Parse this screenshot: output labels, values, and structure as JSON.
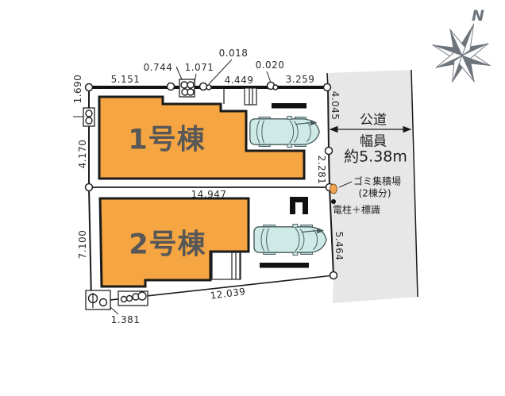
{
  "plan": {
    "buildings": [
      {
        "label": "1号棟"
      },
      {
        "label": "2号棟"
      }
    ],
    "road": {
      "label": "公道",
      "width_caption": "幅員",
      "width_value": "約5.38m"
    },
    "annotations": {
      "garbage_line1": "ゴミ集積場",
      "garbage_line2": "(2棟分)",
      "pole": "電柱＋標識"
    },
    "compass": {
      "label": "N"
    },
    "dimensions": {
      "left_top": "1.690",
      "top_1": "5.151",
      "top_2": "0.744",
      "top_3": "1.071",
      "top_4": "0.018",
      "top_5": "4.449",
      "top_6": "0.020",
      "top_7": "3.259",
      "right_top": "4.045",
      "left_mid": "4.170",
      "right_mid": "2.281",
      "middle": "14.947",
      "left_bottom": "7.100",
      "right_bottom": "5.464",
      "bottom_slope": "12.039",
      "bottom_left": "1.381"
    },
    "colors": {
      "building_fill": "#F5A642",
      "car_fill": "#CDEAE6",
      "road_fill": "#E7E7E7",
      "compass_gray": "#6E747B",
      "outline": "#1b1b1b"
    }
  }
}
